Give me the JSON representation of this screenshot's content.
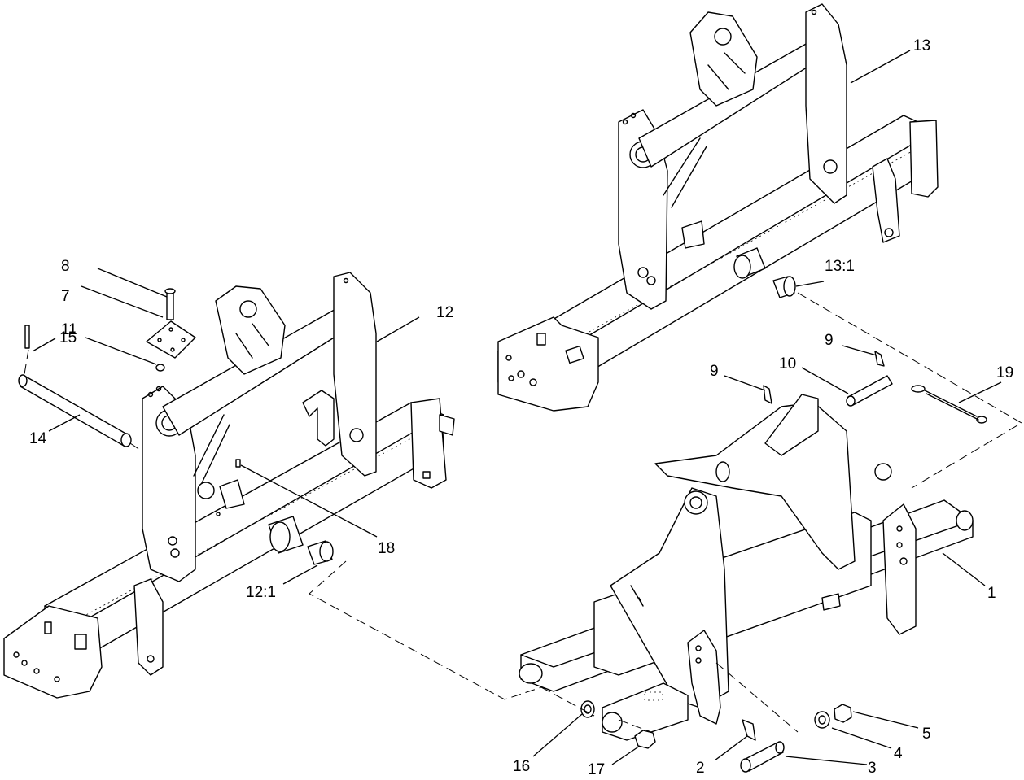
{
  "callouts": {
    "c1": "1",
    "c2": "2",
    "c3": "3",
    "c4": "4",
    "c5": "5",
    "c7": "7",
    "c8": "8",
    "c9a": "9",
    "c9b": "9",
    "c10": "10",
    "c11": "11",
    "c12": "12",
    "c12_1": "12:1",
    "c13": "13",
    "c13_1": "13:1",
    "c14": "14",
    "c15": "15",
    "c16": "16",
    "c17": "17",
    "c18": "18",
    "c19": "19"
  }
}
